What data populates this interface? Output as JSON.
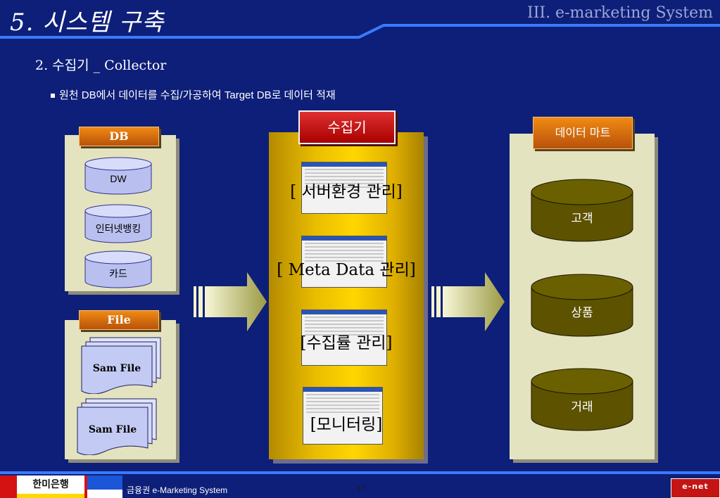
{
  "header": {
    "title": "5. 시스템 구축",
    "right_text": "III. e-marketing System"
  },
  "section": {
    "title": "2. 수집기 _ Collector",
    "bullet": "원천 DB에서 데이터를 수집/가공하여 Target DB로 데이터 적재"
  },
  "db_panel": {
    "label": "DB",
    "cylinders": [
      "DW",
      "인터넷뱅킹",
      "카드"
    ]
  },
  "file_panel": {
    "label": "File",
    "files": [
      "Sam File",
      "Sam File"
    ]
  },
  "collector": {
    "title": "수집기",
    "items": [
      "[ 서버환경 관리]",
      "[ Meta Data 관리]",
      "[수집률 관리]",
      "[모니터링]"
    ]
  },
  "mart": {
    "title": "데이터 마트",
    "cylinders": [
      "고객",
      "상품",
      "거래"
    ]
  },
  "footer": {
    "bank_logo": "한미은행",
    "text": "금융권 e-Marketing System",
    "page_number": "37",
    "company_logo": "e-net"
  },
  "colors": {
    "background": "#0d1f78",
    "accent_orange": "#f08a14",
    "collector_red": "#c01010",
    "collector_gold": "#ffd600",
    "panel": "#e4e3bf",
    "mart_cylinder": "#5c5200"
  }
}
